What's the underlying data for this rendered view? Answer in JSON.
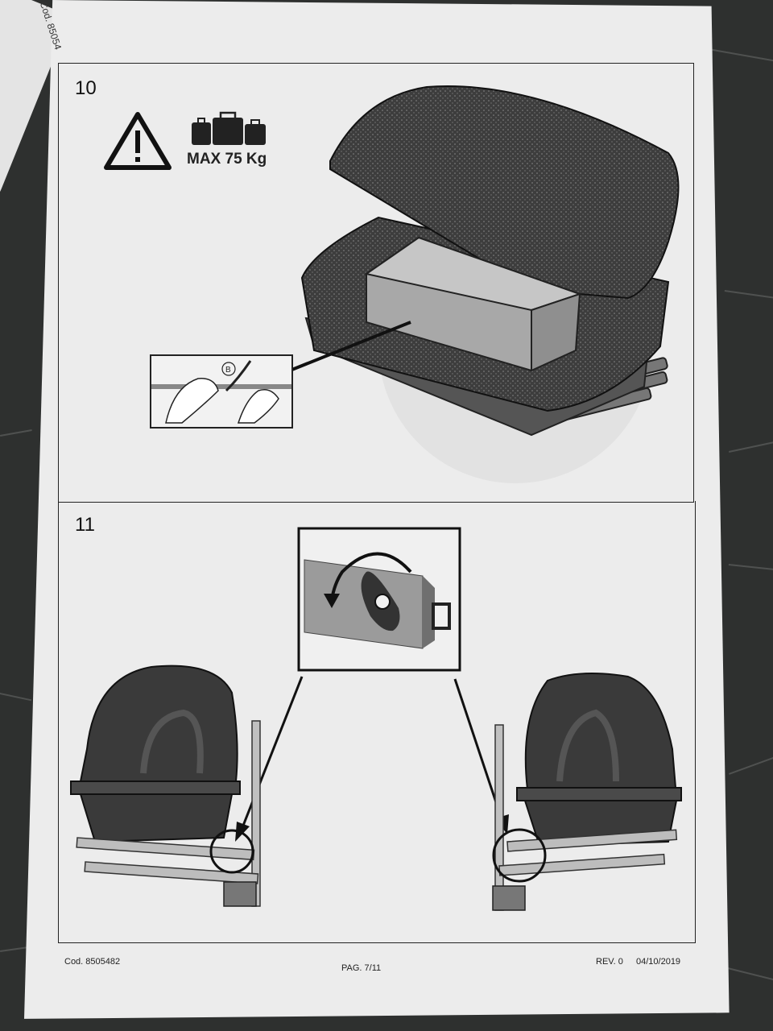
{
  "background": {
    "surface": "cutting-mat",
    "sheet_color": "#ececec"
  },
  "previous_sheet": {
    "code_text": "Cod. 85054"
  },
  "step10": {
    "number": "10",
    "warning_icon": "warning-triangle-icon",
    "luggage_icon": "luggage-icon",
    "max_load": "MAX 75 Kg",
    "inset_label": "B"
  },
  "step11": {
    "number": "11"
  },
  "footer": {
    "code": "Cod. 8505482",
    "page": "PAG. 7/11",
    "revision": "REV. 0",
    "date": "04/10/2019"
  }
}
